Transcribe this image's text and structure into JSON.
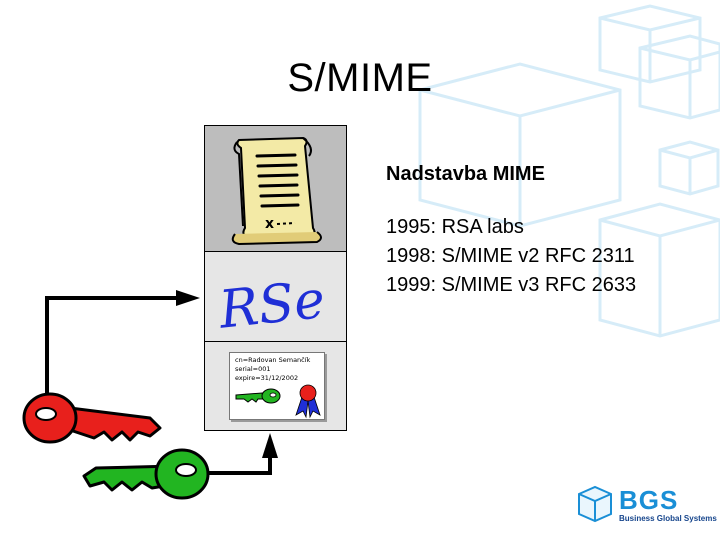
{
  "slide": {
    "title": "S/MIME"
  },
  "content": {
    "heading": "Nadstavba MIME",
    "lines": [
      "1995: RSA labs",
      "1998: S/MIME v2 RFC 2311",
      "1999: S/MIME v3 RFC 2633"
    ]
  },
  "certificate": {
    "signature_text": "RSe",
    "lines": [
      "cn=Radovan Semančík",
      "serial=001",
      "expire=31/12/2002"
    ],
    "document_mark": "x"
  },
  "logo": {
    "name": "BGS",
    "tagline": "Business Global Systems"
  },
  "colors": {
    "private_key": "#e8201c",
    "public_key": "#22b521",
    "signature": "#1f2fd6",
    "logo_blue": "#1a8fd6",
    "deco_cubes": "#d6ecf8"
  },
  "icons": {
    "document": "document-scroll-icon",
    "private_key": "red-key-icon",
    "public_key": "green-key-icon",
    "seal": "ribbon-seal-icon",
    "logo_mark": "cube-logo-icon"
  }
}
